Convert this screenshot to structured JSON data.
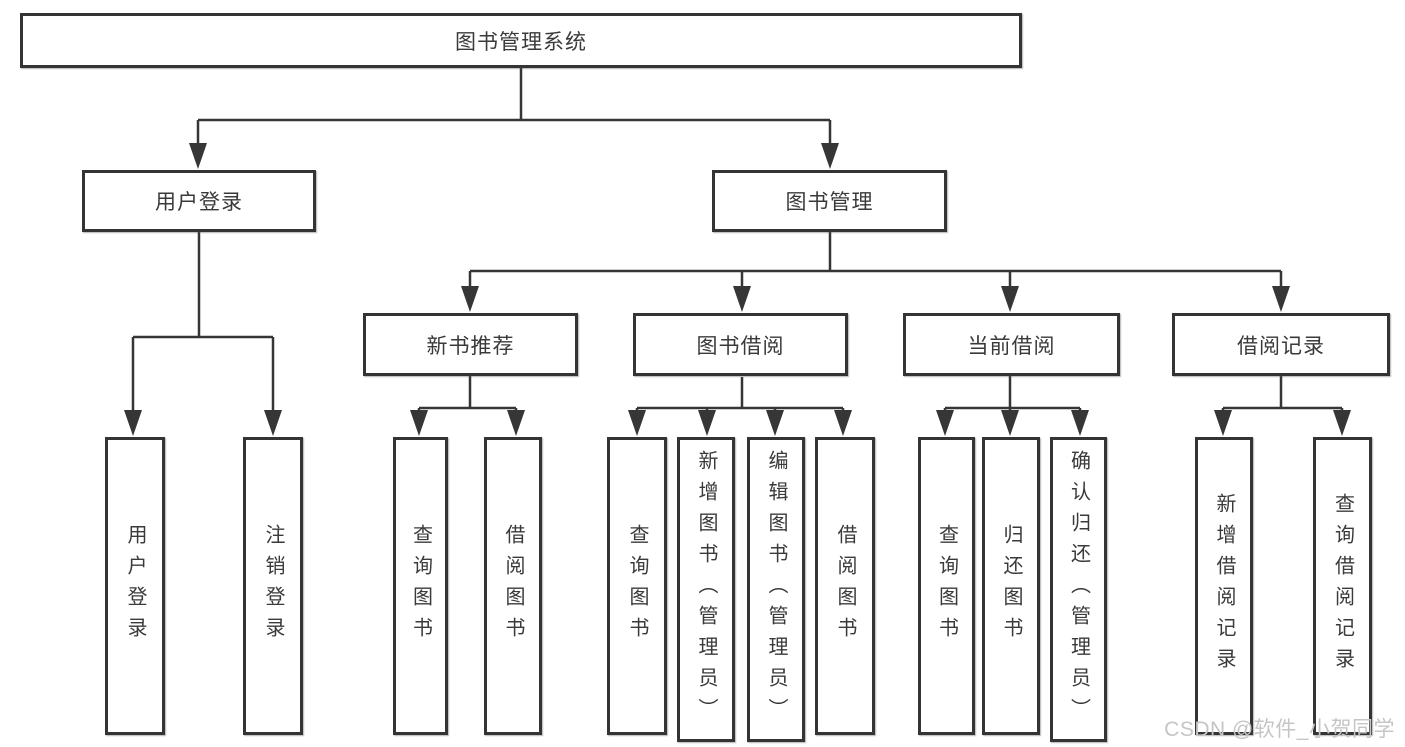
{
  "tree": {
    "root": {
      "label": "图书管理系统"
    },
    "branches": [
      {
        "label": "用户登录",
        "children": [
          {
            "label": "用户登录"
          },
          {
            "label": "注销登录"
          }
        ]
      },
      {
        "label": "图书管理",
        "children": [
          {
            "label": "新书推荐",
            "children": [
              {
                "label": "查询图书"
              },
              {
                "label": "借阅图书"
              }
            ]
          },
          {
            "label": "图书借阅",
            "children": [
              {
                "label": "查询图书"
              },
              {
                "label": "新增图书（管理员）"
              },
              {
                "label": "编辑图书（管理员）"
              },
              {
                "label": "借阅图书"
              }
            ]
          },
          {
            "label": "当前借阅",
            "children": [
              {
                "label": "查询图书"
              },
              {
                "label": "归还图书"
              },
              {
                "label": "确认归还（管理员）"
              }
            ]
          },
          {
            "label": "借阅记录",
            "children": [
              {
                "label": "新增借阅记录"
              },
              {
                "label": "查询借阅记录"
              }
            ]
          }
        ]
      }
    ]
  },
  "watermark": {
    "text": "CSDN @软件_小贺同学"
  },
  "colors": {
    "line": "#363636",
    "box_border": "#343434",
    "text": "#3a3a3a",
    "watermark": "#c5c5c5",
    "background": "#ffffff"
  }
}
